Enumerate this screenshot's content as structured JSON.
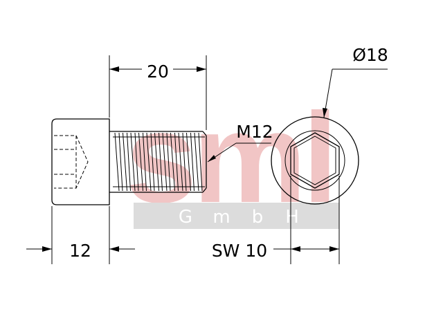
{
  "drawing": {
    "length_label": "20",
    "head_length_label": "12",
    "thread_label": "M12",
    "diameter_label": "Ø18",
    "socket_label": "SW 10"
  },
  "watermark": {
    "logo_text": "sml",
    "subtitle_letters": [
      "G",
      "m",
      "b",
      "H"
    ],
    "logo_color": "#f1c5c5",
    "band_color": "#dcdcdc"
  }
}
